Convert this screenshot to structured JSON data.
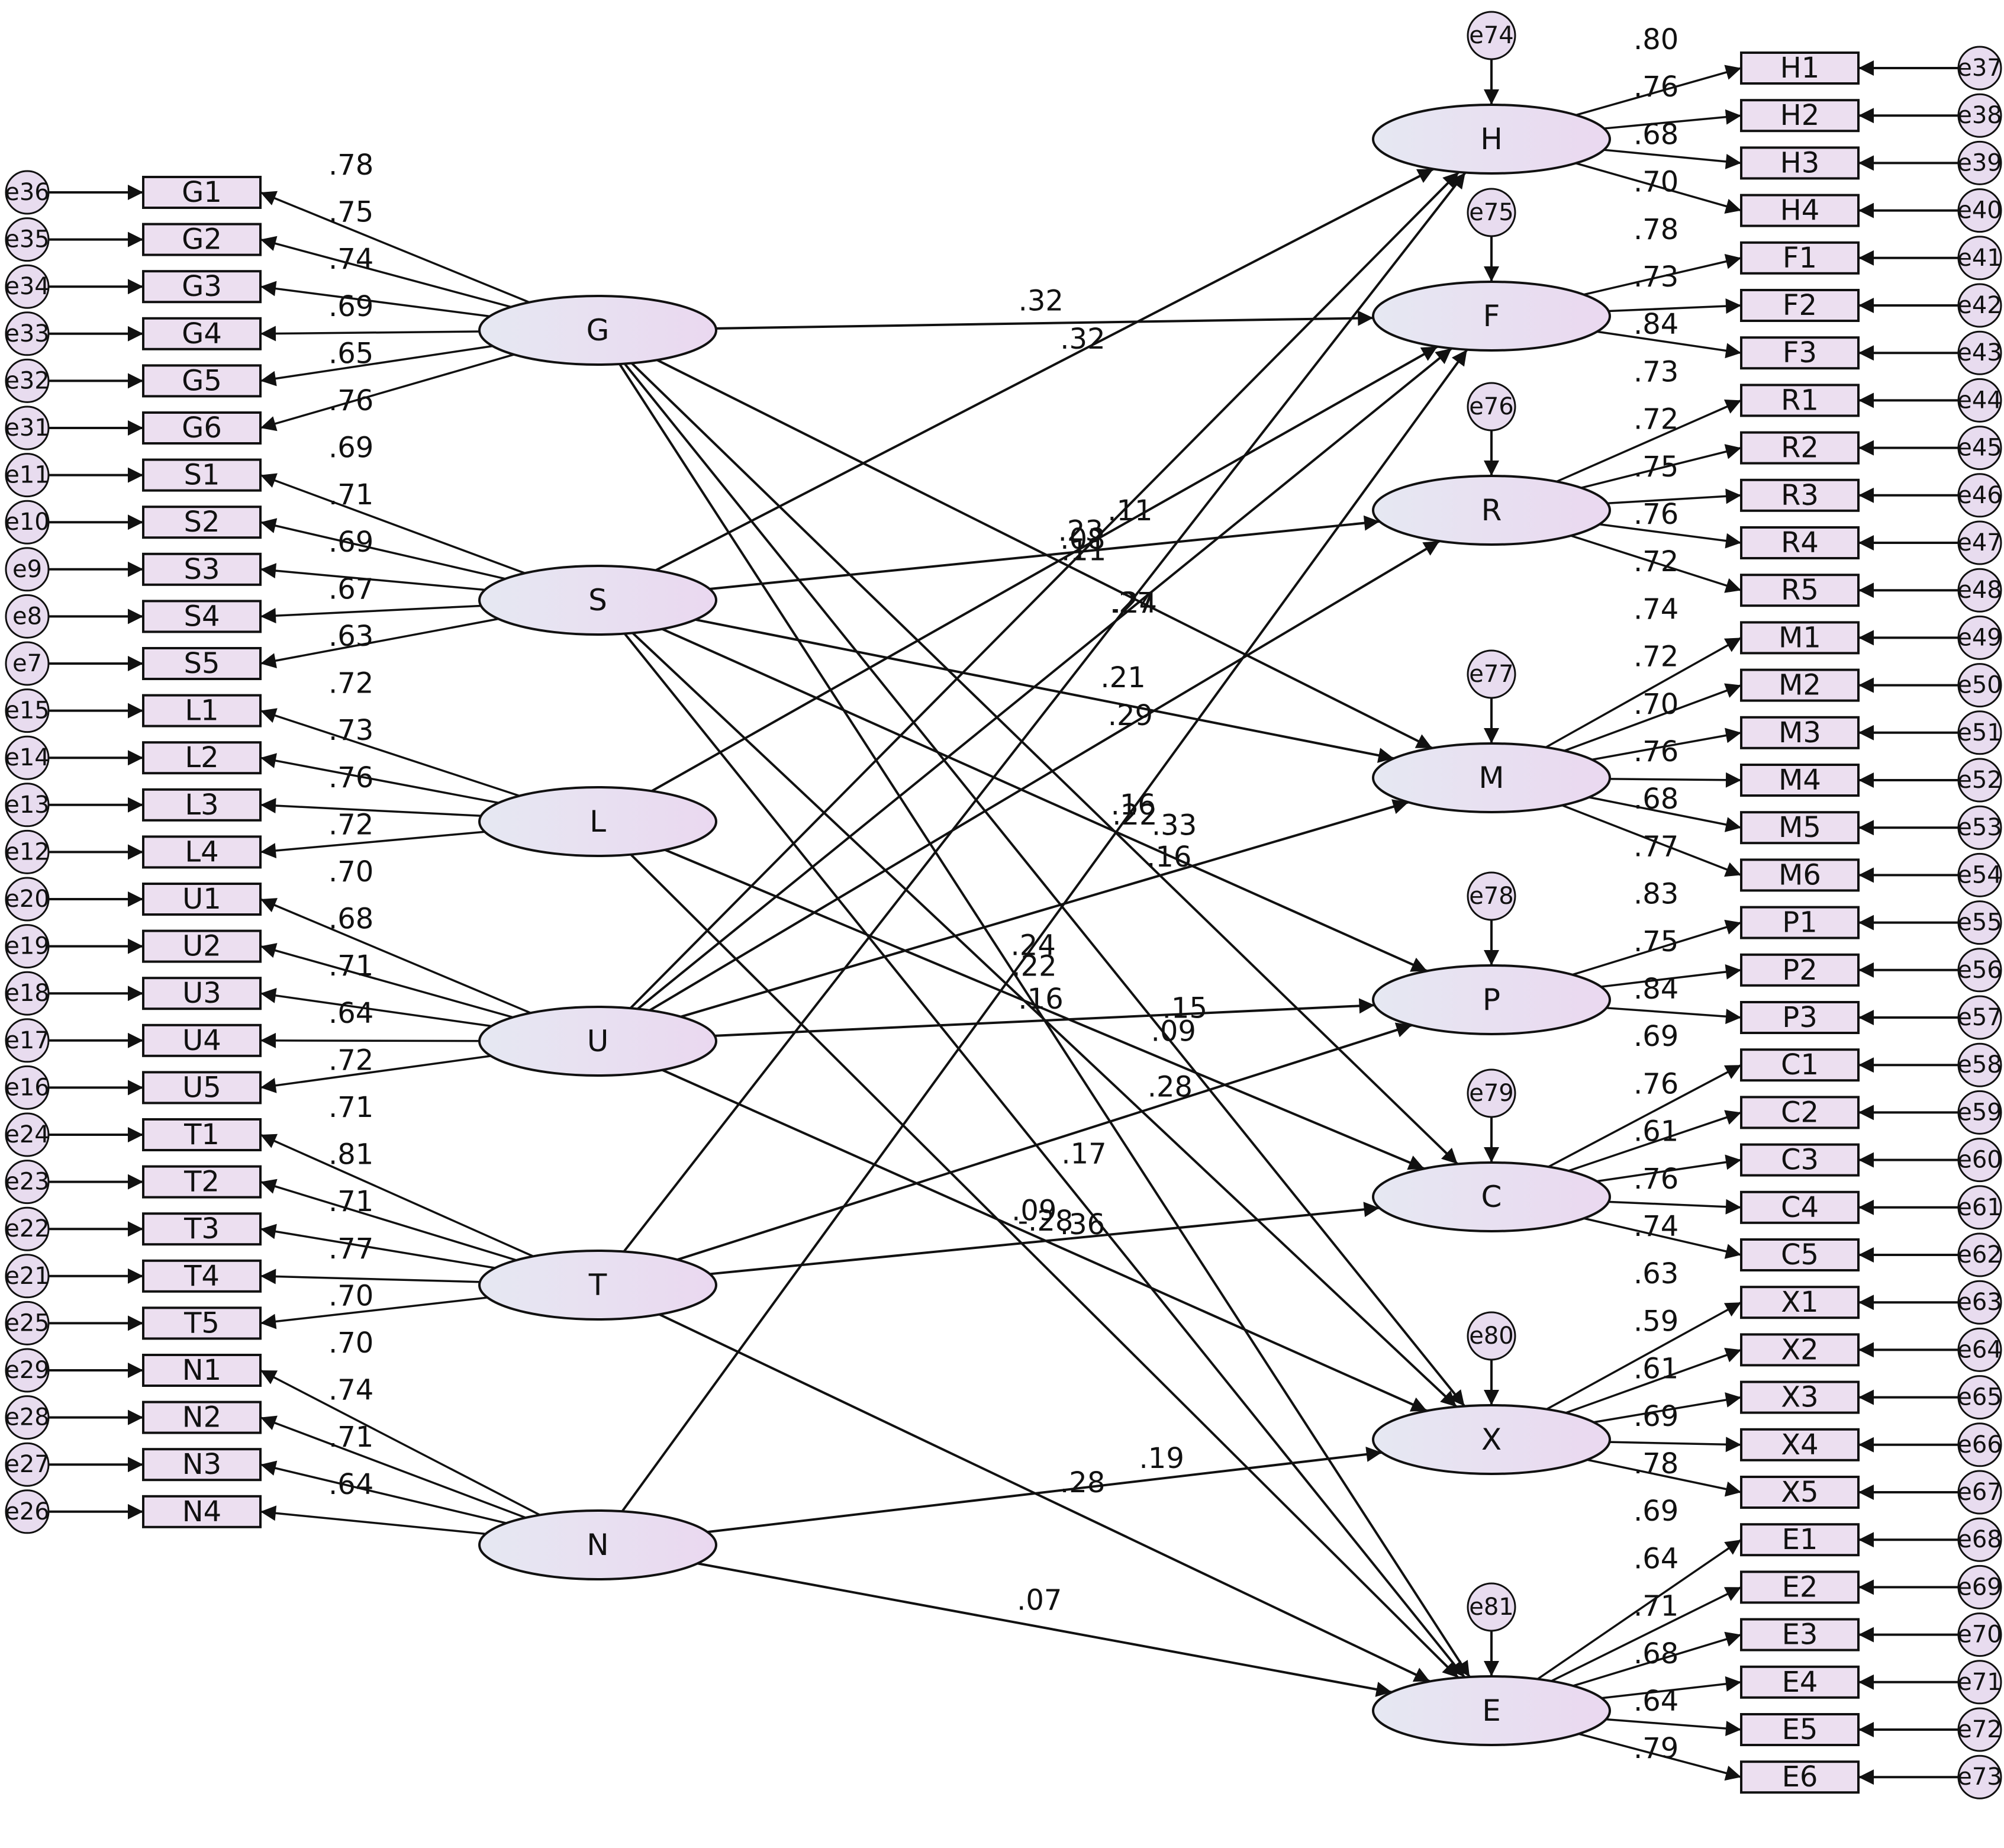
{
  "sources": [
    {
      "name": "G",
      "items": [
        "G1",
        "G2",
        "G3",
        "G4",
        "G5",
        "G6"
      ],
      "errors": [
        "e36",
        "e35",
        "e34",
        "e33",
        "e32",
        "e31"
      ],
      "loadings": [
        ".78",
        ".75",
        ".74",
        ".69",
        ".65",
        ".76"
      ]
    },
    {
      "name": "S",
      "items": [
        "S1",
        "S2",
        "S3",
        "S4",
        "S5"
      ],
      "errors": [
        "e11",
        "e10",
        "e9",
        "e8",
        "e7"
      ],
      "loadings": [
        ".69",
        ".71",
        ".69",
        ".67",
        ".63"
      ]
    },
    {
      "name": "L",
      "items": [
        "L1",
        "L2",
        "L3",
        "L4"
      ],
      "errors": [
        "e15",
        "e14",
        "e13",
        "e12"
      ],
      "loadings": [
        ".72",
        ".73",
        ".76",
        ".72"
      ]
    },
    {
      "name": "U",
      "items": [
        "U1",
        "U2",
        "U3",
        "U4",
        "U5"
      ],
      "errors": [
        "e20",
        "e19",
        "e18",
        "e17",
        "e16"
      ],
      "loadings": [
        ".70",
        ".68",
        ".71",
        ".64",
        ".72"
      ]
    },
    {
      "name": "T",
      "items": [
        "T1",
        "T2",
        "T3",
        "T4",
        "T5"
      ],
      "errors": [
        "e24",
        "e23",
        "e22",
        "e21",
        "e25"
      ],
      "loadings": [
        ".71",
        ".81",
        ".71",
        ".77",
        ".70"
      ]
    },
    {
      "name": "N",
      "items": [
        "N1",
        "N2",
        "N3",
        "N4"
      ],
      "errors": [
        "e29",
        "e28",
        "e27",
        "e26"
      ],
      "loadings": [
        ".70",
        ".74",
        ".71",
        ".64"
      ]
    }
  ],
  "targets": [
    {
      "name": "H",
      "disturbance": "e74",
      "items": [
        "H1",
        "H2",
        "H3",
        "H4"
      ],
      "errors": [
        "e37",
        "e38",
        "e39",
        "e40"
      ],
      "loadings": [
        ".80",
        ".76",
        ".68",
        ".70"
      ]
    },
    {
      "name": "F",
      "disturbance": "e75",
      "items": [
        "F1",
        "F2",
        "F3"
      ],
      "errors": [
        "e41",
        "e42",
        "e43"
      ],
      "loadings": [
        ".78",
        ".73",
        ".84"
      ]
    },
    {
      "name": "R",
      "disturbance": "e76",
      "items": [
        "R1",
        "R2",
        "R3",
        "R4",
        "R5"
      ],
      "errors": [
        "e44",
        "e45",
        "e46",
        "e47",
        "e48"
      ],
      "loadings": [
        ".73",
        ".72",
        ".75",
        ".76",
        ".72"
      ]
    },
    {
      "name": "M",
      "disturbance": "e77",
      "items": [
        "M1",
        "M2",
        "M3",
        "M4",
        "M5",
        "M6"
      ],
      "errors": [
        "e49",
        "e50",
        "e51",
        "e52",
        "e53",
        "e54"
      ],
      "loadings": [
        ".74",
        ".72",
        ".70",
        ".76",
        ".68",
        ".77"
      ]
    },
    {
      "name": "P",
      "disturbance": "e78",
      "items": [
        "P1",
        "P2",
        "P3"
      ],
      "errors": [
        "e55",
        "e56",
        "e57"
      ],
      "loadings": [
        ".83",
        ".75",
        ".84"
      ]
    },
    {
      "name": "C",
      "disturbance": "e79",
      "items": [
        "C1",
        "C2",
        "C3",
        "C4",
        "C5"
      ],
      "errors": [
        "e58",
        "e59",
        "e60",
        "e61",
        "e62"
      ],
      "loadings": [
        ".69",
        ".76",
        ".61",
        ".76",
        ".74"
      ]
    },
    {
      "name": "X",
      "disturbance": "e80",
      "items": [
        "X1",
        "X2",
        "X3",
        "X4",
        "X5"
      ],
      "errors": [
        "e63",
        "e64",
        "e65",
        "e66",
        "e67"
      ],
      "loadings": [
        ".63",
        ".59",
        ".61",
        ".69",
        ".78"
      ]
    },
    {
      "name": "E",
      "disturbance": "e81",
      "items": [
        "E1",
        "E2",
        "E3",
        "E4",
        "E5",
        "E6"
      ],
      "errors": [
        "e68",
        "e69",
        "e70",
        "e71",
        "e72",
        "e73"
      ],
      "loadings": [
        ".69",
        ".64",
        ".71",
        ".68",
        ".64",
        ".79"
      ]
    }
  ],
  "paths": [
    {
      "from": "G",
      "to": "F",
      "coef": ".32"
    },
    {
      "from": "G",
      "to": "M",
      "coef": ".08"
    },
    {
      "from": "G",
      "to": "C",
      "coef": ".16"
    },
    {
      "from": "G",
      "to": "X",
      "coef": ".15"
    },
    {
      "from": "G",
      "to": "E",
      "coef": ".24"
    },
    {
      "from": "S",
      "to": "R",
      "coef": ".23"
    },
    {
      "from": "S",
      "to": "M",
      "coef": ".21"
    },
    {
      "from": "S",
      "to": "P",
      "coef": ".33"
    },
    {
      "from": "S",
      "to": "X",
      "coef": ".22"
    },
    {
      "from": "S",
      "to": "E",
      "coef": ".17"
    },
    {
      "from": "L",
      "to": "F",
      "coef": ".11"
    },
    {
      "from": "L",
      "to": "C",
      "coef": ".09"
    },
    {
      "from": "L",
      "to": "E",
      "coef": ".09"
    },
    {
      "from": "U",
      "to": "H",
      "coef": ".11"
    },
    {
      "from": "U",
      "to": "R",
      "coef": ".29"
    },
    {
      "from": "U",
      "to": "M",
      "coef": ".16"
    },
    {
      "from": "U",
      "to": "P",
      "coef": ".16"
    },
    {
      "from": "U",
      "to": "X",
      "coef": ".36"
    },
    {
      "from": "T",
      "to": "H",
      "coef": ".24"
    },
    {
      "from": "T",
      "to": "P",
      "coef": ".28"
    },
    {
      "from": "T",
      "to": "C",
      "coef": "-.28"
    },
    {
      "from": "T",
      "to": "E",
      "coef": ".28"
    },
    {
      "from": "N",
      "to": "F",
      "coef": ".22"
    },
    {
      "from": "N",
      "to": "X",
      "coef": ".19"
    },
    {
      "from": "N",
      "to": "E",
      "coef": ".07"
    },
    {
      "from": "S",
      "to": "H",
      "coef": ".32"
    },
    {
      "from": "U",
      "to": "F",
      "coef": ".27"
    }
  ],
  "colors": {
    "latent_fill_left": "#e6e8f2",
    "latent_fill_right": "#ead8f0",
    "item_fill": "#ecdff0",
    "error_fill": "#e8dcef",
    "stroke": "#111111"
  }
}
